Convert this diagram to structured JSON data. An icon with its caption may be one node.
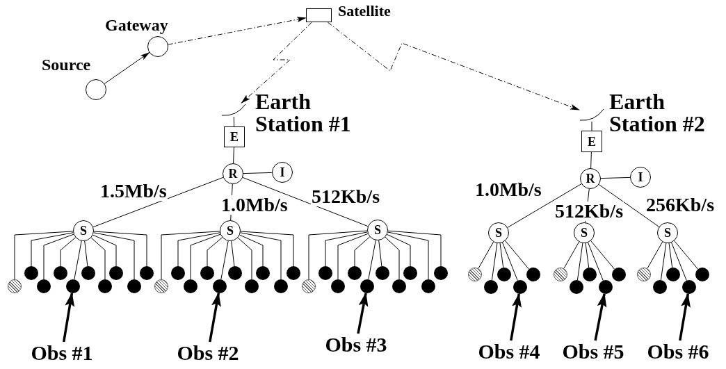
{
  "diagram": {
    "nodes": [
      {
        "text": [],
        "shape": "circle",
        "beside": [
          "Source"
        ]
      },
      {
        "text": [],
        "shape": "circle",
        "beside": [
          "Gateway"
        ]
      },
      {
        "text": [],
        "shape": "box",
        "beside": [
          "Satellite"
        ]
      },
      {
        "text": [],
        "shape": "antenna",
        "beside": [
          "Earth Station #1"
        ]
      },
      {
        "text": [
          "E"
        ]
      },
      {
        "text": [
          "R"
        ]
      },
      {
        "text": [
          "I"
        ]
      },
      {
        "text": [
          "S"
        ]
      },
      {
        "text": [
          "S"
        ]
      },
      {
        "text": [
          "S"
        ]
      },
      {
        "text": [],
        "shape": "circle"
      },
      {
        "text": [],
        "shape": "circle"
      },
      {
        "text": [],
        "shape": "circle"
      },
      {
        "text": [],
        "shape": "circle"
      },
      {
        "text": [],
        "shape": "circle"
      },
      {
        "text": [],
        "shape": "circle"
      },
      {
        "text": [],
        "shape": "circle"
      },
      {
        "text": [],
        "shape": "circle"
      },
      {
        "text": [],
        "shape": "circle"
      },
      {
        "text": [],
        "shape": "circle"
      },
      {
        "text": [],
        "shape": "circle"
      },
      {
        "text": [],
        "shape": "circle"
      },
      {
        "text": [],
        "shape": "circle"
      },
      {
        "text": [],
        "shape": "circle"
      },
      {
        "text": [],
        "shape": "circle"
      },
      {
        "text": [],
        "shape": "circle"
      },
      {
        "text": [],
        "shape": "circle"
      },
      {
        "text": [],
        "shape": "circle"
      },
      {
        "text": [],
        "shape": "circle"
      },
      {
        "text": [],
        "shape": "circle"
      },
      {
        "text": [],
        "shape": "circle"
      },
      {
        "text": [],
        "shape": "circle"
      },
      {
        "text": [],
        "shape": "circle"
      },
      {
        "text": [],
        "shape": "circle"
      },
      {
        "text": [],
        "shape": "circle"
      },
      {
        "text": [],
        "shape": "circle"
      },
      {
        "text": [],
        "shape": "circle"
      },
      {
        "text": [],
        "shape": "circle"
      },
      {
        "text": [],
        "shape": "circle"
      },
      {
        "text": [],
        "shape": "circle"
      },
      {
        "text": [],
        "shape": "antenna",
        "beside": [
          "Earth Station #2"
        ]
      },
      {
        "text": [
          "E"
        ]
      },
      {
        "text": [
          "R"
        ]
      },
      {
        "text": [
          "I"
        ]
      },
      {
        "text": [
          "S"
        ]
      },
      {
        "text": [
          "S"
        ]
      },
      {
        "text": [
          "S"
        ]
      },
      {
        "text": [],
        "shape": "circle"
      },
      {
        "text": [],
        "shape": "circle"
      },
      {
        "text": [],
        "shape": "circle"
      },
      {
        "text": [],
        "shape": "circle"
      },
      {
        "text": [],
        "shape": "circle"
      },
      {
        "text": [],
        "shape": "circle"
      },
      {
        "text": [],
        "shape": "circle"
      },
      {
        "text": [],
        "shape": "circle"
      },
      {
        "text": [],
        "shape": "circle"
      },
      {
        "text": [],
        "shape": "circle"
      },
      {
        "text": [],
        "shape": "circle"
      },
      {
        "text": [],
        "shape": "circle"
      },
      {
        "text": [],
        "shape": "circle"
      },
      {
        "text": [],
        "shape": "circle"
      },
      {
        "text": [],
        "shape": "circle"
      },
      {
        "text": [
          "Obs #1"
        ]
      },
      {
        "text": [
          "Obs #2"
        ]
      },
      {
        "text": [
          "Obs #3"
        ]
      },
      {
        "text": [
          "Obs #4"
        ]
      },
      {
        "text": [
          "Obs #5"
        ]
      },
      {
        "text": [
          "Obs #6"
        ]
      }
    ],
    "edges": [
      {
        "from": 0,
        "to": 1,
        "arrow": "to"
      },
      {
        "from": 1,
        "to": 2,
        "arrow": "to",
        "style": "dashed"
      },
      {
        "from": 2,
        "to": 3,
        "arrow": "to",
        "style": "dashed"
      },
      {
        "from": 2,
        "to": 40,
        "arrow": "to",
        "style": "dashed"
      },
      {
        "from": 3,
        "to": 4,
        "arrow": "none"
      },
      {
        "from": 4,
        "to": 5,
        "arrow": "none"
      },
      {
        "from": 5,
        "to": 6,
        "arrow": "none"
      },
      {
        "from": 5,
        "to": 7,
        "arrow": "none",
        "label": "1.5Mb/s"
      },
      {
        "from": 5,
        "to": 8,
        "arrow": "none",
        "label": "1.0Mb/s"
      },
      {
        "from": 5,
        "to": 9,
        "arrow": "none",
        "label": "512Kb/s"
      },
      {
        "from": 7,
        "to": 10,
        "arrow": "none"
      },
      {
        "from": 7,
        "to": 11,
        "arrow": "none"
      },
      {
        "from": 7,
        "to": 12,
        "arrow": "none"
      },
      {
        "from": 7,
        "to": 13,
        "arrow": "none"
      },
      {
        "from": 7,
        "to": 14,
        "arrow": "none"
      },
      {
        "from": 7,
        "to": 15,
        "arrow": "none"
      },
      {
        "from": 7,
        "to": 16,
        "arrow": "none"
      },
      {
        "from": 7,
        "to": 17,
        "arrow": "none"
      },
      {
        "from": 7,
        "to": 18,
        "arrow": "none"
      },
      {
        "from": 7,
        "to": 19,
        "arrow": "none"
      },
      {
        "from": 8,
        "to": 20,
        "arrow": "none"
      },
      {
        "from": 8,
        "to": 21,
        "arrow": "none"
      },
      {
        "from": 8,
        "to": 22,
        "arrow": "none"
      },
      {
        "from": 8,
        "to": 23,
        "arrow": "none"
      },
      {
        "from": 8,
        "to": 24,
        "arrow": "none"
      },
      {
        "from": 8,
        "to": 25,
        "arrow": "none"
      },
      {
        "from": 8,
        "to": 26,
        "arrow": "none"
      },
      {
        "from": 8,
        "to": 27,
        "arrow": "none"
      },
      {
        "from": 8,
        "to": 28,
        "arrow": "none"
      },
      {
        "from": 8,
        "to": 29,
        "arrow": "none"
      },
      {
        "from": 9,
        "to": 30,
        "arrow": "none"
      },
      {
        "from": 9,
        "to": 31,
        "arrow": "none"
      },
      {
        "from": 9,
        "to": 32,
        "arrow": "none"
      },
      {
        "from": 9,
        "to": 33,
        "arrow": "none"
      },
      {
        "from": 9,
        "to": 34,
        "arrow": "none"
      },
      {
        "from": 9,
        "to": 35,
        "arrow": "none"
      },
      {
        "from": 9,
        "to": 36,
        "arrow": "none"
      },
      {
        "from": 9,
        "to": 37,
        "arrow": "none"
      },
      {
        "from": 9,
        "to": 38,
        "arrow": "none"
      },
      {
        "from": 9,
        "to": 39,
        "arrow": "none"
      },
      {
        "from": 40,
        "to": 41,
        "arrow": "none"
      },
      {
        "from": 41,
        "to": 42,
        "arrow": "none"
      },
      {
        "from": 42,
        "to": 43,
        "arrow": "none"
      },
      {
        "from": 42,
        "to": 44,
        "arrow": "none",
        "label": "1.0Mb/s"
      },
      {
        "from": 42,
        "to": 45,
        "arrow": "none",
        "label": "512Kb/s"
      },
      {
        "from": 42,
        "to": 46,
        "arrow": "none",
        "label": "256Kb/s"
      },
      {
        "from": 44,
        "to": 47,
        "arrow": "none"
      },
      {
        "from": 44,
        "to": 48,
        "arrow": "none"
      },
      {
        "from": 44,
        "to": 49,
        "arrow": "none"
      },
      {
        "from": 44,
        "to": 50,
        "arrow": "none"
      },
      {
        "from": 44,
        "to": 51,
        "arrow": "none"
      },
      {
        "from": 45,
        "to": 52,
        "arrow": "none"
      },
      {
        "from": 45,
        "to": 53,
        "arrow": "none"
      },
      {
        "from": 45,
        "to": 54,
        "arrow": "none"
      },
      {
        "from": 45,
        "to": 55,
        "arrow": "none"
      },
      {
        "from": 45,
        "to": 56,
        "arrow": "none"
      },
      {
        "from": 46,
        "to": 57,
        "arrow": "none"
      },
      {
        "from": 46,
        "to": 58,
        "arrow": "none"
      },
      {
        "from": 46,
        "to": 59,
        "arrow": "none"
      },
      {
        "from": 46,
        "to": 60,
        "arrow": "none"
      },
      {
        "from": 46,
        "to": 61,
        "arrow": "none"
      },
      {
        "from": 62,
        "to": 14,
        "arrow": "to",
        "style": "thick"
      },
      {
        "from": 63,
        "to": 24,
        "arrow": "to",
        "style": "thick"
      },
      {
        "from": 64,
        "to": 34,
        "arrow": "to",
        "style": "thick"
      },
      {
        "from": 65,
        "to": 50,
        "arrow": "to",
        "style": "thick"
      },
      {
        "from": 66,
        "to": 55,
        "arrow": "to",
        "style": "thick"
      },
      {
        "from": 67,
        "to": 60,
        "arrow": "to",
        "style": "thick"
      }
    ]
  }
}
